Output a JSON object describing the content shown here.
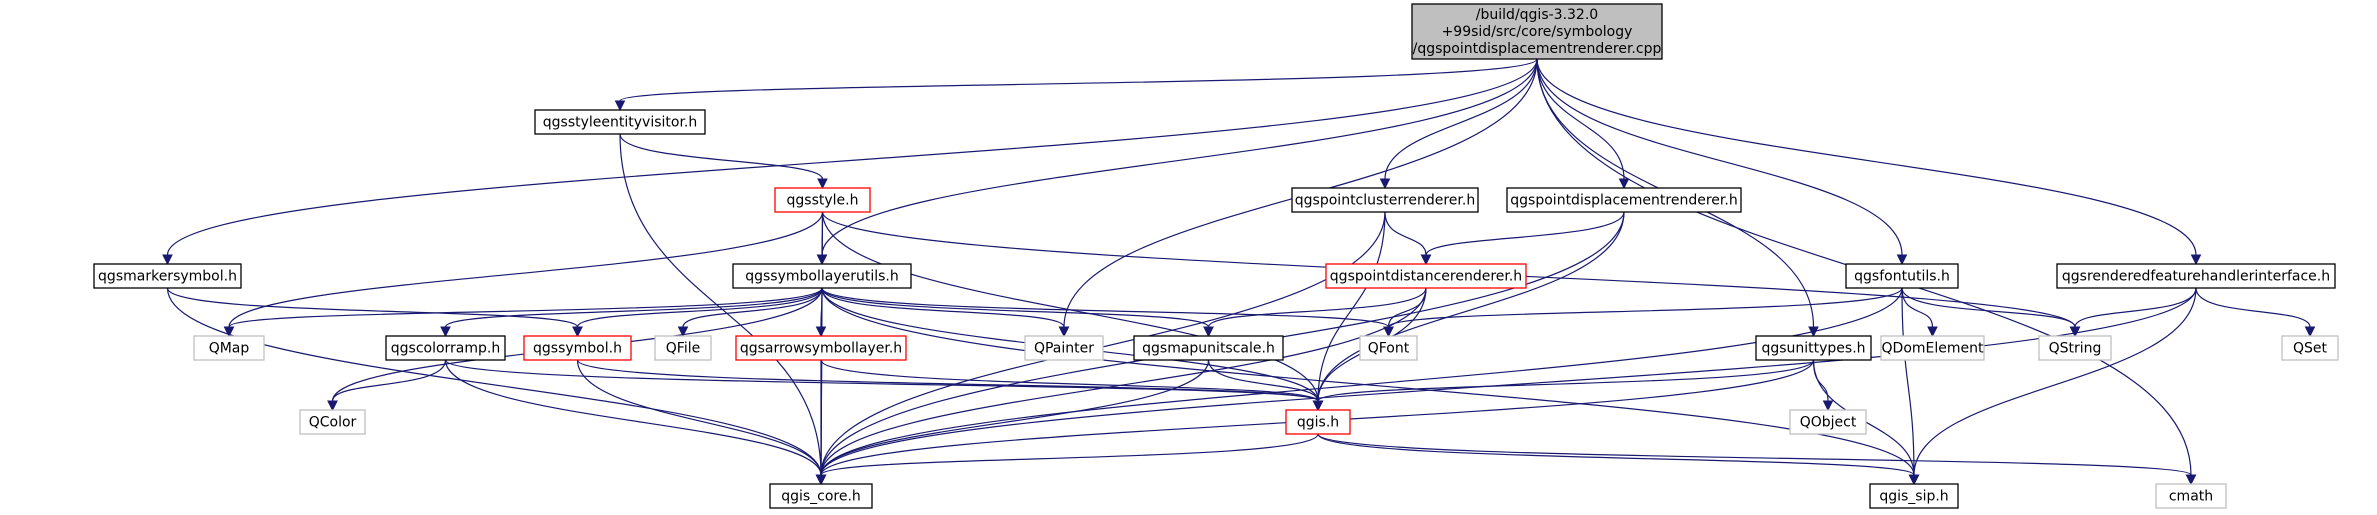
{
  "colors": {
    "edge": "#191970",
    "root_fill": "#bfbfbf",
    "box_border_black": "#000000",
    "box_border_red": "#ff0000",
    "box_border_gray": "#bfbfbf",
    "background": "#ffffff"
  },
  "nodes": [
    {
      "id": "root",
      "label_lines": [
        "/build/qgis-3.32.0",
        "+99sid/src/core/symbology",
        "/qgspointdisplacementrenderer.cpp"
      ],
      "style": "root"
    },
    {
      "id": "qgsstyleentityvisitor",
      "label_lines": [
        "qgsstyleentityvisitor.h"
      ],
      "style": "black"
    },
    {
      "id": "qgsstyle",
      "label_lines": [
        "qgsstyle.h"
      ],
      "style": "red"
    },
    {
      "id": "qgspointclusterrenderer",
      "label_lines": [
        "qgspointclusterrenderer.h"
      ],
      "style": "black"
    },
    {
      "id": "qgspointdisplacementrenderer",
      "label_lines": [
        "qgspointdisplacementrenderer.h"
      ],
      "style": "black"
    },
    {
      "id": "qgsmarkersymbol",
      "label_lines": [
        "qgsmarkersymbol.h"
      ],
      "style": "black"
    },
    {
      "id": "qgssymbollayerutils",
      "label_lines": [
        "qgssymbollayerutils.h"
      ],
      "style": "black"
    },
    {
      "id": "qgspointdistancerenderer",
      "label_lines": [
        "qgspointdistancerenderer.h"
      ],
      "style": "red"
    },
    {
      "id": "qgsfontutils",
      "label_lines": [
        "qgsfontutils.h"
      ],
      "style": "black"
    },
    {
      "id": "qgsrenderedfeaturehandlerinterface",
      "label_lines": [
        "qgsrenderedfeaturehandlerinterface.h"
      ],
      "style": "black"
    },
    {
      "id": "QMap",
      "label_lines": [
        "QMap"
      ],
      "style": "gray"
    },
    {
      "id": "qgscolorramp",
      "label_lines": [
        "qgscolorramp.h"
      ],
      "style": "black"
    },
    {
      "id": "qgssymbol",
      "label_lines": [
        "qgssymbol.h"
      ],
      "style": "red"
    },
    {
      "id": "QFile",
      "label_lines": [
        "QFile"
      ],
      "style": "gray"
    },
    {
      "id": "qgsarrowsymbollayer",
      "label_lines": [
        "qgsarrowsymbollayer.h"
      ],
      "style": "red"
    },
    {
      "id": "QPainter",
      "label_lines": [
        "QPainter"
      ],
      "style": "gray"
    },
    {
      "id": "qgsmapunitscale",
      "label_lines": [
        "qgsmapunitscale.h"
      ],
      "style": "black"
    },
    {
      "id": "QFont",
      "label_lines": [
        "QFont"
      ],
      "style": "gray"
    },
    {
      "id": "qgsunittypes",
      "label_lines": [
        "qgsunittypes.h"
      ],
      "style": "black"
    },
    {
      "id": "QDomElement",
      "label_lines": [
        "QDomElement"
      ],
      "style": "gray"
    },
    {
      "id": "QString",
      "label_lines": [
        "QString"
      ],
      "style": "gray"
    },
    {
      "id": "QSet",
      "label_lines": [
        "QSet"
      ],
      "style": "gray"
    },
    {
      "id": "QColor",
      "label_lines": [
        "QColor"
      ],
      "style": "gray"
    },
    {
      "id": "qgis",
      "label_lines": [
        "qgis.h"
      ],
      "style": "red"
    },
    {
      "id": "QObject",
      "label_lines": [
        "QObject"
      ],
      "style": "gray"
    },
    {
      "id": "qgis_core",
      "label_lines": [
        "qgis_core.h"
      ],
      "style": "black"
    },
    {
      "id": "qgis_sip",
      "label_lines": [
        "qgis_sip.h"
      ],
      "style": "black"
    },
    {
      "id": "cmath",
      "label_lines": [
        "cmath"
      ],
      "style": "gray"
    }
  ],
  "edges": [
    [
      "root",
      "qgsstyleentityvisitor"
    ],
    [
      "root",
      "qgsmarkersymbol"
    ],
    [
      "root",
      "qgssymbollayerutils"
    ],
    [
      "root",
      "qgspointclusterrenderer"
    ],
    [
      "root",
      "qgspointdisplacementrenderer"
    ],
    [
      "root",
      "QPainter"
    ],
    [
      "root",
      "qgsunittypes"
    ],
    [
      "root",
      "qgsfontutils"
    ],
    [
      "root",
      "qgsrenderedfeaturehandlerinterface"
    ],
    [
      "root",
      "cmath"
    ],
    [
      "qgsstyleentityvisitor",
      "qgsstyle"
    ],
    [
      "qgsstyleentityvisitor",
      "qgis_core"
    ],
    [
      "qgsstyle",
      "qgssymbollayerutils"
    ],
    [
      "qgsstyle",
      "qgis_core"
    ],
    [
      "qgsstyle",
      "QMap"
    ],
    [
      "qgsstyle",
      "qgis"
    ],
    [
      "qgsstyle",
      "QString"
    ],
    [
      "qgspointclusterrenderer",
      "qgspointdistancerenderer"
    ],
    [
      "qgspointclusterrenderer",
      "qgis_core"
    ],
    [
      "qgspointclusterrenderer",
      "qgis"
    ],
    [
      "qgspointdisplacementrenderer",
      "qgspointdistancerenderer"
    ],
    [
      "qgspointdisplacementrenderer",
      "qgis_core"
    ],
    [
      "qgspointdisplacementrenderer",
      "qgis"
    ],
    [
      "qgsmarkersymbol",
      "qgssymbol"
    ],
    [
      "qgsmarkersymbol",
      "qgis_core"
    ],
    [
      "qgssymbollayerutils",
      "QMap"
    ],
    [
      "qgssymbollayerutils",
      "qgis_core"
    ],
    [
      "qgssymbollayerutils",
      "QColor"
    ],
    [
      "qgssymbollayerutils",
      "qgscolorramp"
    ],
    [
      "qgssymbollayerutils",
      "qgssymbol"
    ],
    [
      "qgssymbollayerutils",
      "QFile"
    ],
    [
      "qgssymbollayerutils",
      "qgsarrowsymbollayer"
    ],
    [
      "qgssymbollayerutils",
      "QPainter"
    ],
    [
      "qgssymbollayerutils",
      "qgsmapunitscale"
    ],
    [
      "qgssymbollayerutils",
      "QFont"
    ],
    [
      "qgssymbollayerutils",
      "qgis"
    ],
    [
      "qgssymbollayerutils",
      "qgis_sip"
    ],
    [
      "qgspointdistancerenderer",
      "qgsmapunitscale"
    ],
    [
      "qgspointdistancerenderer",
      "QFont"
    ],
    [
      "qgspointdistancerenderer",
      "qgis"
    ],
    [
      "qgspointdistancerenderer",
      "qgis_core"
    ],
    [
      "qgsfontutils",
      "QFont"
    ],
    [
      "qgsfontutils",
      "QDomElement"
    ],
    [
      "qgsfontutils",
      "QString"
    ],
    [
      "qgsfontutils",
      "qgis_core"
    ],
    [
      "qgsfontutils",
      "qgis_sip"
    ],
    [
      "qgsrenderedfeaturehandlerinterface",
      "QString"
    ],
    [
      "qgsrenderedfeaturehandlerinterface",
      "QSet"
    ],
    [
      "qgsrenderedfeaturehandlerinterface",
      "qgis_core"
    ],
    [
      "qgsrenderedfeaturehandlerinterface",
      "qgis_sip"
    ],
    [
      "qgscolorramp",
      "QColor"
    ],
    [
      "qgscolorramp",
      "qgis"
    ],
    [
      "qgscolorramp",
      "qgis_core"
    ],
    [
      "qgssymbol",
      "qgis"
    ],
    [
      "qgssymbol",
      "qgis_core"
    ],
    [
      "qgsarrowsymbollayer",
      "qgis"
    ],
    [
      "qgsarrowsymbollayer",
      "qgis_core"
    ],
    [
      "qgsmapunitscale",
      "qgis"
    ],
    [
      "qgsmapunitscale",
      "qgis_core"
    ],
    [
      "qgsunittypes",
      "qgis"
    ],
    [
      "qgsunittypes",
      "QObject"
    ],
    [
      "qgsunittypes",
      "qgis_core"
    ],
    [
      "qgsunittypes",
      "qgis_sip"
    ],
    [
      "qgis",
      "qgis_core"
    ],
    [
      "qgis",
      "qgis_sip"
    ],
    [
      "qgis",
      "cmath"
    ]
  ]
}
